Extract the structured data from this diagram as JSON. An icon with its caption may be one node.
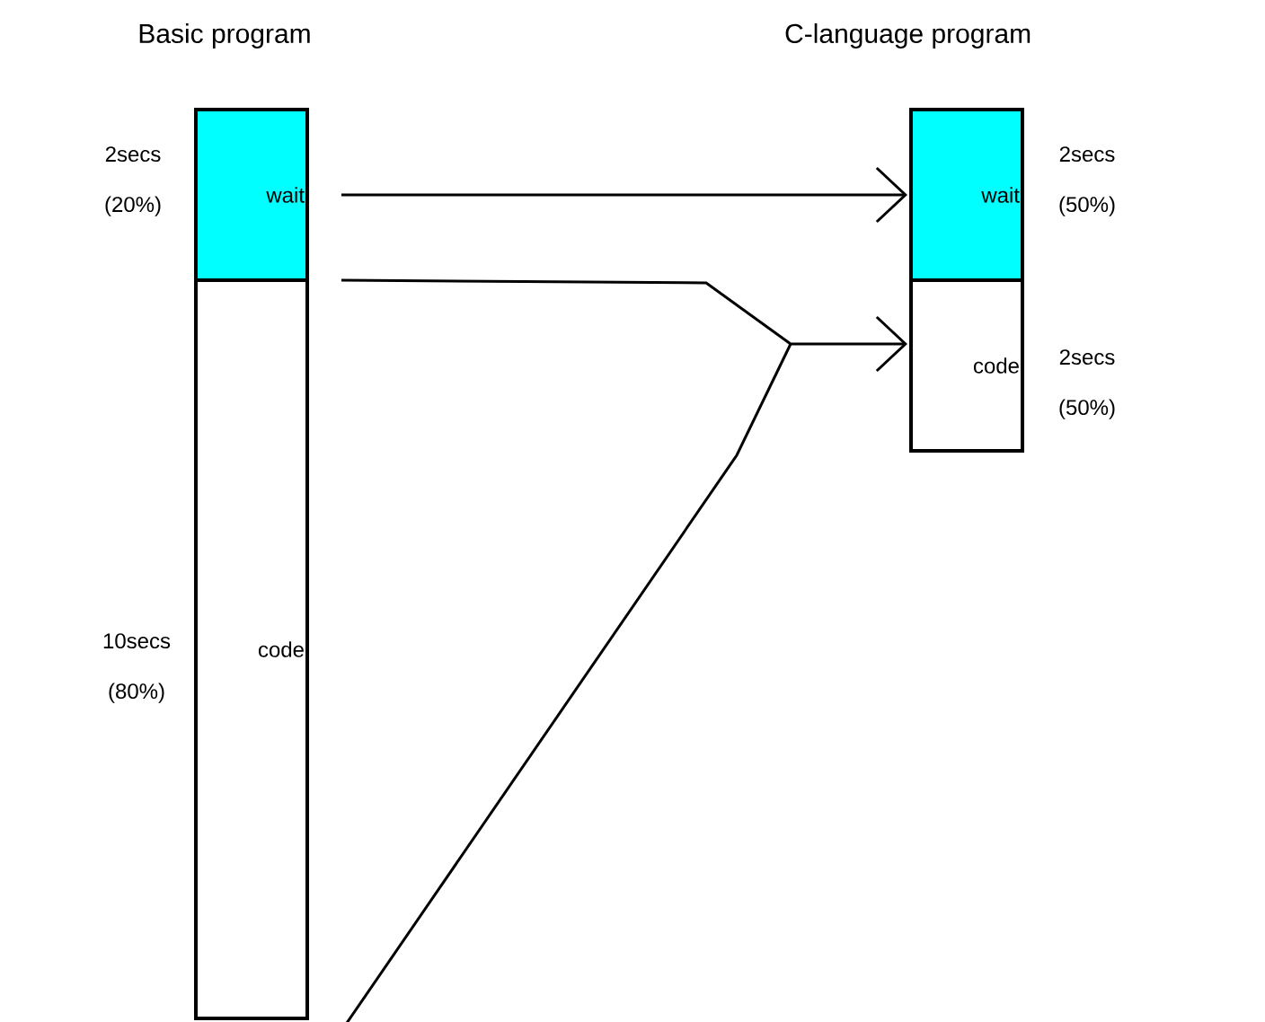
{
  "diagram": {
    "nodes": [
      {
        "text": [
          "wait"
        ],
        "beside": [
          "2secs (20%)"
        ]
      },
      {
        "text": [
          "code"
        ],
        "beside": [
          "10secs (80%)"
        ]
      },
      {
        "text": [
          "wait"
        ],
        "beside": [
          "2secs (50%)"
        ]
      },
      {
        "text": [
          "code"
        ],
        "beside": [
          "2secs (50%)"
        ]
      }
    ],
    "edges": [
      {
        "from": 0,
        "to": 2,
        "arrow": "to"
      },
      {
        "from": 1,
        "to": 3,
        "arrow": "to"
      }
    ],
    "labels": [
      "Basic program",
      "C-language program"
    ]
  }
}
